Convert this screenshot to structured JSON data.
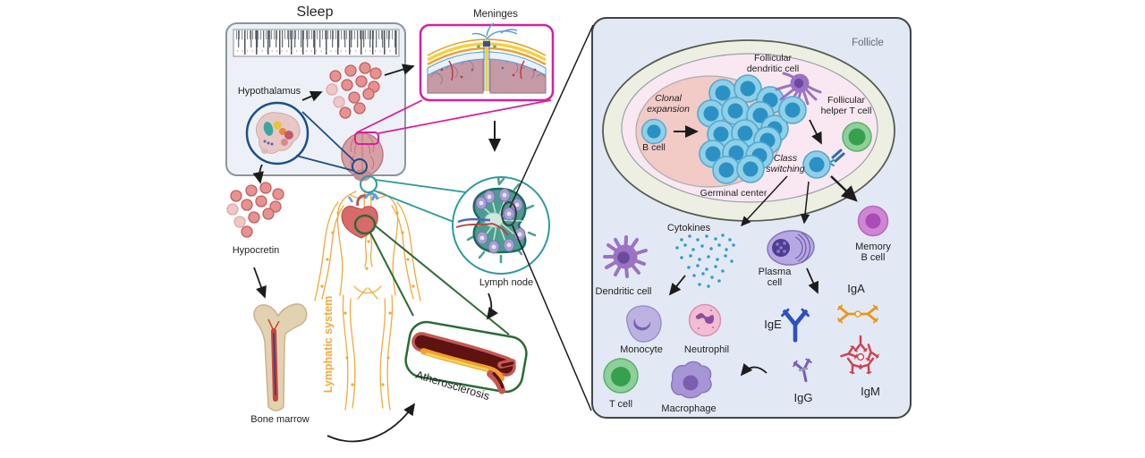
{
  "labels": {
    "sleep": "Sleep",
    "hypothalamus": "Hypothalamus",
    "meninges": "Meninges",
    "hypocretin": "Hypocretin",
    "bone_marrow": "Bone marrow",
    "lymphatic_system": "Lymphatic system",
    "lymph_node": "Lymph node",
    "atherosclerosis": "Atherosclerosis",
    "follicle": "Follicle",
    "clonal_expansion": "Clonal\nexpansion",
    "b_cell": "B cell",
    "germinal_center": "Germinal center",
    "follicular_dendritic_cell": "Follicular\ndendritic cell",
    "follicular_helper_t_cell": "Follicular\nhelper T cell",
    "class_switching": "Class\nswitching",
    "memory_b_cell": "Memory\nB cell",
    "cytokines": "Cytokines",
    "plasma_cell": "Plasma\ncell",
    "dendritic_cell": "Dendritic cell",
    "monocyte": "Monocyte",
    "neutrophil": "Neutrophil",
    "t_cell": "T cell",
    "macrophage": "Macrophage",
    "iga": "IgA",
    "ige": "IgE",
    "igg": "IgG",
    "igm": "IgM"
  },
  "colors": {
    "magenta": "#d6219c",
    "navy": "#1d4e89",
    "teal": "#2e9aa0",
    "dark_green": "#2d6b35",
    "orange": "#f2a93b",
    "red_dot": "#e89191",
    "red_dot_stroke": "#c06060",
    "red_dot_faded": "#f2c6c6",
    "panel_bg": "#e3e9f4",
    "panel_border": "#3f454d",
    "sleep_box_bg": "#edf1f7",
    "sleep_box_border": "#8a959f",
    "follicle_outer": "#ecefe2",
    "follicle_mid": "#f9e8f1",
    "germinal_bg": "#f2cac6",
    "bcell_outer": "#8fd0e8",
    "bcell_stroke": "#56a8cf",
    "bcell_inner": "#2b91c4",
    "purple_cell": "#9b72c4",
    "purple_dark": "#6b4a9e",
    "tfh_outer": "#8ed099",
    "tfh_stroke": "#5cb06b",
    "tfh_inner": "#37a04f",
    "memory_outer": "#cd86d2",
    "memory_stroke": "#b964c4",
    "memory_inner": "#a94cb4",
    "plasma_body": "#b7a8e2",
    "plasma_stroke": "#8a77c0",
    "cytokine": "#2e9fc8",
    "monocyte_body": "#bcb2e2",
    "neutrophil_body": "#f2bcd2",
    "neutrophil_stroke": "#d890b0",
    "macrophage_body": "#a795d5",
    "ige_blue": "#2d50c0",
    "iga_orange": "#e8971e",
    "igg_purple": "#7a58c5",
    "igm_red": "#cf4050",
    "node_green": "#4a9e8e",
    "node_border": "#1d6b5e",
    "node_septa": "#bfe0d8",
    "follicle_purple": "#a79ed2",
    "brain_pink": "#d9a0a4",
    "brain_line": "#b97c80",
    "bone_tan": "#e3d2b2",
    "bone_stroke": "#c9b28a",
    "gray_text": "#5f6a76",
    "arrow_black": "#1c1c1c"
  }
}
